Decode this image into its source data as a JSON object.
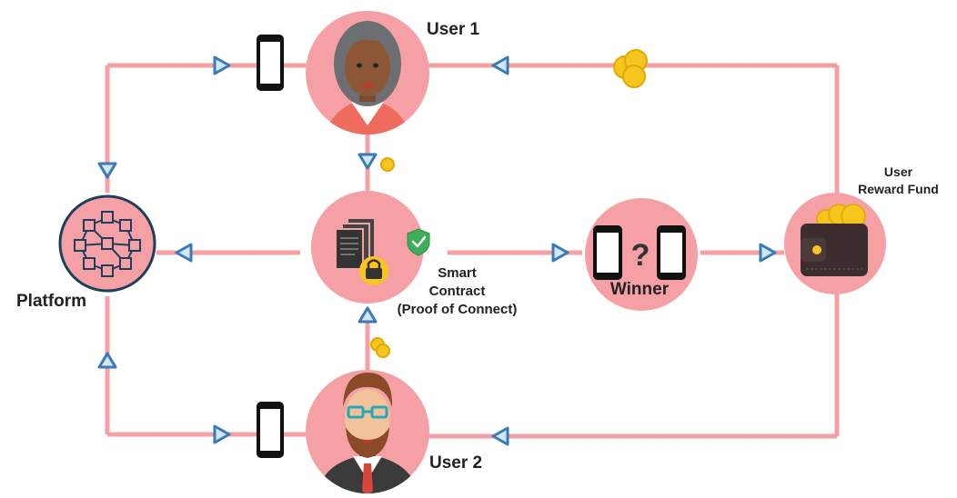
{
  "nodes": {
    "user1": {
      "label": "User 1"
    },
    "user2": {
      "label": "User 2"
    },
    "platform": {
      "label": "Platform"
    },
    "smart_contract": {
      "label_lines": [
        "Smart",
        "Contract",
        "(Proof of Connect)"
      ]
    },
    "winner": {
      "label": "Winner",
      "symbol": "?"
    },
    "reward_fund": {
      "label_lines": [
        "User",
        "Reward Fund"
      ]
    }
  },
  "colors": {
    "connector": "#f4a0a5",
    "node_fill": "#f4a0a5",
    "arrow_stroke": "#3d79b4",
    "arrow_fill": "#cfe7f6",
    "coin": "#f7c51d",
    "platform_icon": "#1e3f5c",
    "label_text": "#222222"
  },
  "icons": {
    "platform": "blockchain-network-icon",
    "smart_contract": "document-stack-lock-icon",
    "shield": "shield-check-icon",
    "winner": "phones-question-icon",
    "reward_fund": "wallet-coins-icon",
    "user1_avatar": "woman-avatar-icon",
    "user2_avatar": "bearded-man-avatar-icon",
    "phone": "smartphone-icon",
    "coins": "gold-coins-icon"
  }
}
